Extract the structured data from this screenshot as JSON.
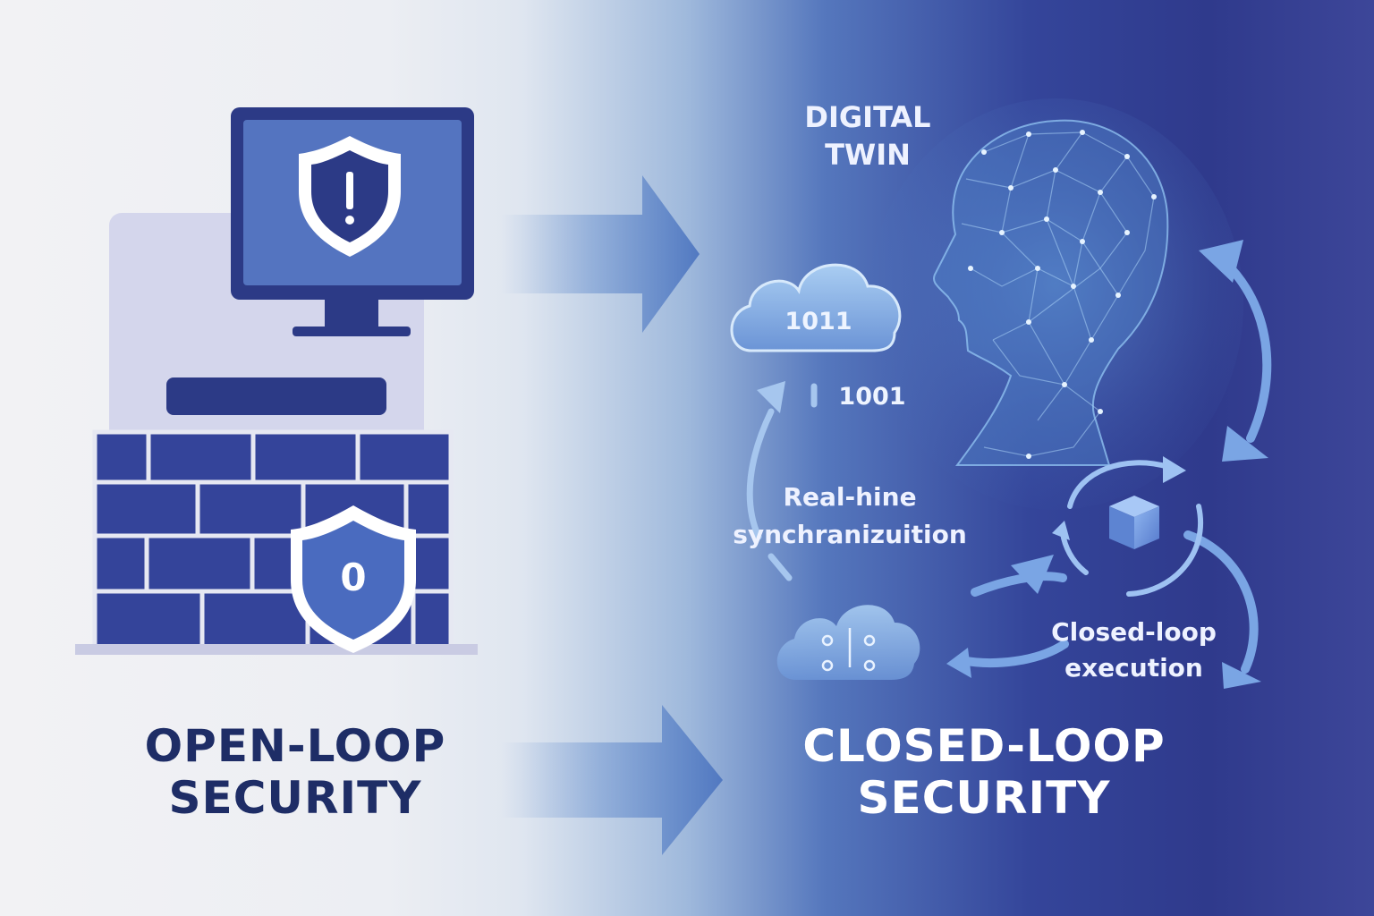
{
  "diagram": {
    "left_panel": {
      "title_line1": "OPEN-LOOP",
      "title_line2": "SECURITY",
      "monitor_shield_glyph": "!",
      "wall_shield_glyph": "0"
    },
    "right_panel": {
      "title_line1": "CLOSED-LOOP",
      "title_line2": "SECURITY",
      "twin_label_line1": "DIGITAL",
      "twin_label_line2": "TWIN",
      "cloud_bits": "1011",
      "floating_bits": "1001",
      "sync_label_line1": "Real-hine",
      "sync_label_line2": "synchranizuition",
      "exec_label_line1": "Closed-loop",
      "exec_label_line2": "execution"
    },
    "colors": {
      "navy": "#2c3a86",
      "mid_blue": "#4a6bbf",
      "light_blue": "#8db6e8",
      "title_dark": "#1e2d66",
      "white": "#ffffff"
    },
    "icons": [
      "monitor-icon",
      "alert-shield-icon",
      "brick-wall-icon",
      "wall-shield-icon",
      "arrow-right-icon",
      "cloud-icon",
      "head-network-icon",
      "cube-icon",
      "cycle-arrows-icon"
    ]
  }
}
